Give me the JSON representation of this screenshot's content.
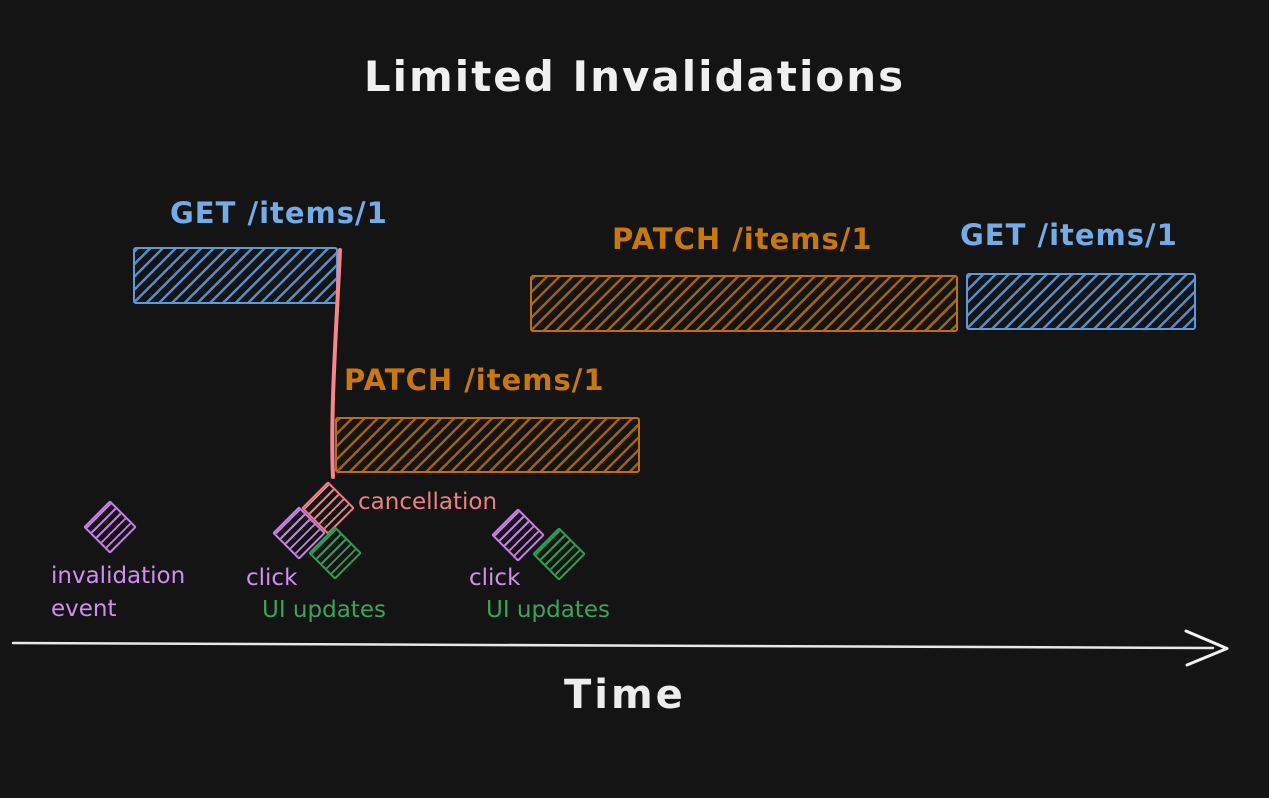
{
  "diagram": {
    "title": "Limited Invalidations",
    "requests": [
      {
        "name": "get-items-1-first",
        "label": "GET /items/1",
        "color": "#74acea"
      },
      {
        "name": "patch-items-1-cancelled",
        "label": "PATCH /items/1",
        "color": "#c9770f"
      },
      {
        "name": "patch-items-1-second",
        "label": "PATCH /items/1",
        "color": "#c9770f"
      },
      {
        "name": "get-items-1-refetch",
        "label": "GET /items/1",
        "color": "#74acea"
      }
    ],
    "events": {
      "invalidation_line1": "invalidation",
      "invalidation_line2": "event",
      "click_first": "click",
      "cancellation": "cancellation",
      "ui_updates_first": "UI updates",
      "click_second": "click",
      "ui_updates_second": "UI updates"
    },
    "axis": {
      "label": "Time"
    },
    "colors": {
      "background": "#141414",
      "title": "#f0f0f0",
      "blue_label": "#74acea",
      "blue_bar": "#5e9ad8",
      "orange_label": "#c9770f",
      "orange_bar": "#c06f10",
      "purple": "#cf8ef0",
      "green": "#3aa459",
      "red": "#f08080",
      "axis": "#e8e8e8"
    }
  }
}
